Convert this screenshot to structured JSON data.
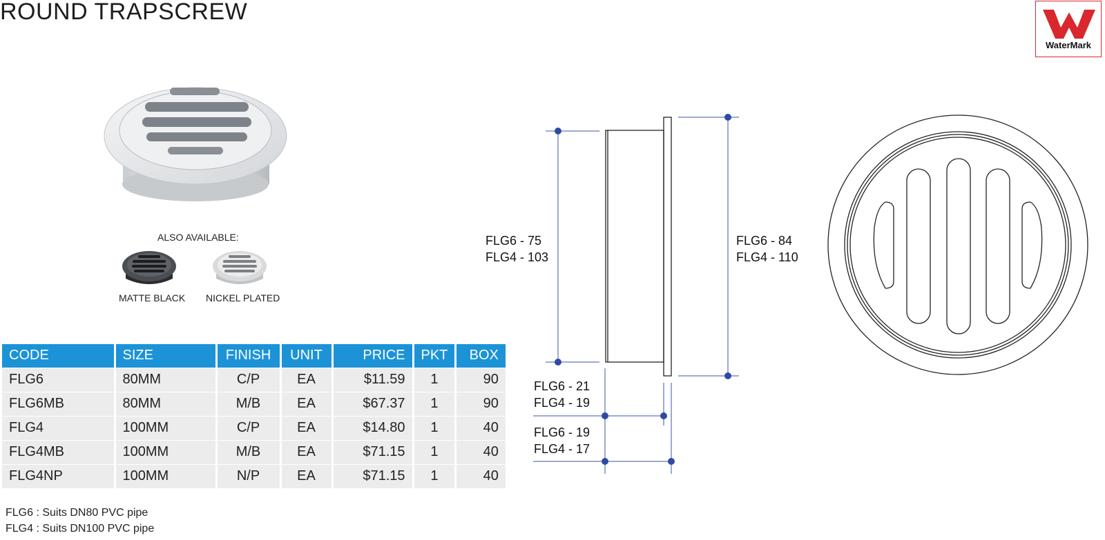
{
  "page": {
    "title": "ROUND TRAPSCREW"
  },
  "logo": {
    "text": "WaterMark",
    "color": "#d8272d"
  },
  "variants": {
    "heading": "ALSO AVAILABLE:",
    "items": [
      {
        "label": "MATTE BLACK"
      },
      {
        "label": "NICKEL PLATED"
      }
    ]
  },
  "table": {
    "headers": [
      "CODE",
      "SIZE",
      "FINISH",
      "UNIT",
      "PRICE",
      "PKT",
      "BOX"
    ],
    "rows": [
      {
        "code": "FLG6",
        "size": "80MM",
        "finish": "C/P",
        "unit": "EA",
        "price": "$11.59",
        "pkt": "1",
        "box": "90"
      },
      {
        "code": "FLG6MB",
        "size": "80MM",
        "finish": "M/B",
        "unit": "EA",
        "price": "$67.37",
        "pkt": "1",
        "box": "90"
      },
      {
        "code": "FLG4",
        "size": "100MM",
        "finish": "C/P",
        "unit": "EA",
        "price": "$14.80",
        "pkt": "1",
        "box": "40"
      },
      {
        "code": "FLG4MB",
        "size": "100MM",
        "finish": "M/B",
        "unit": "EA",
        "price": "$71.15",
        "pkt": "1",
        "box": "40"
      },
      {
        "code": "FLG4NP",
        "size": "100MM",
        "finish": "N/P",
        "unit": "EA",
        "price": "$71.15",
        "pkt": "1",
        "box": "40"
      }
    ],
    "header_color": "#1c93d6"
  },
  "notes": [
    "FLG6 : Suits DN80 PVC pipe",
    "FLG4 : Suits DN100 PVC pipe"
  ],
  "dimensions": {
    "inner_height": [
      "FLG6 - 75",
      "FLG4 - 103"
    ],
    "outer_height": [
      "FLG6 - 84",
      "FLG4 - 110"
    ],
    "body_depth": [
      "FLG6 - 21",
      "FLG4 - 19"
    ],
    "total_depth": [
      "FLG6 - 19",
      "FLG4 - 17"
    ],
    "line_color": "#3a54a8"
  }
}
